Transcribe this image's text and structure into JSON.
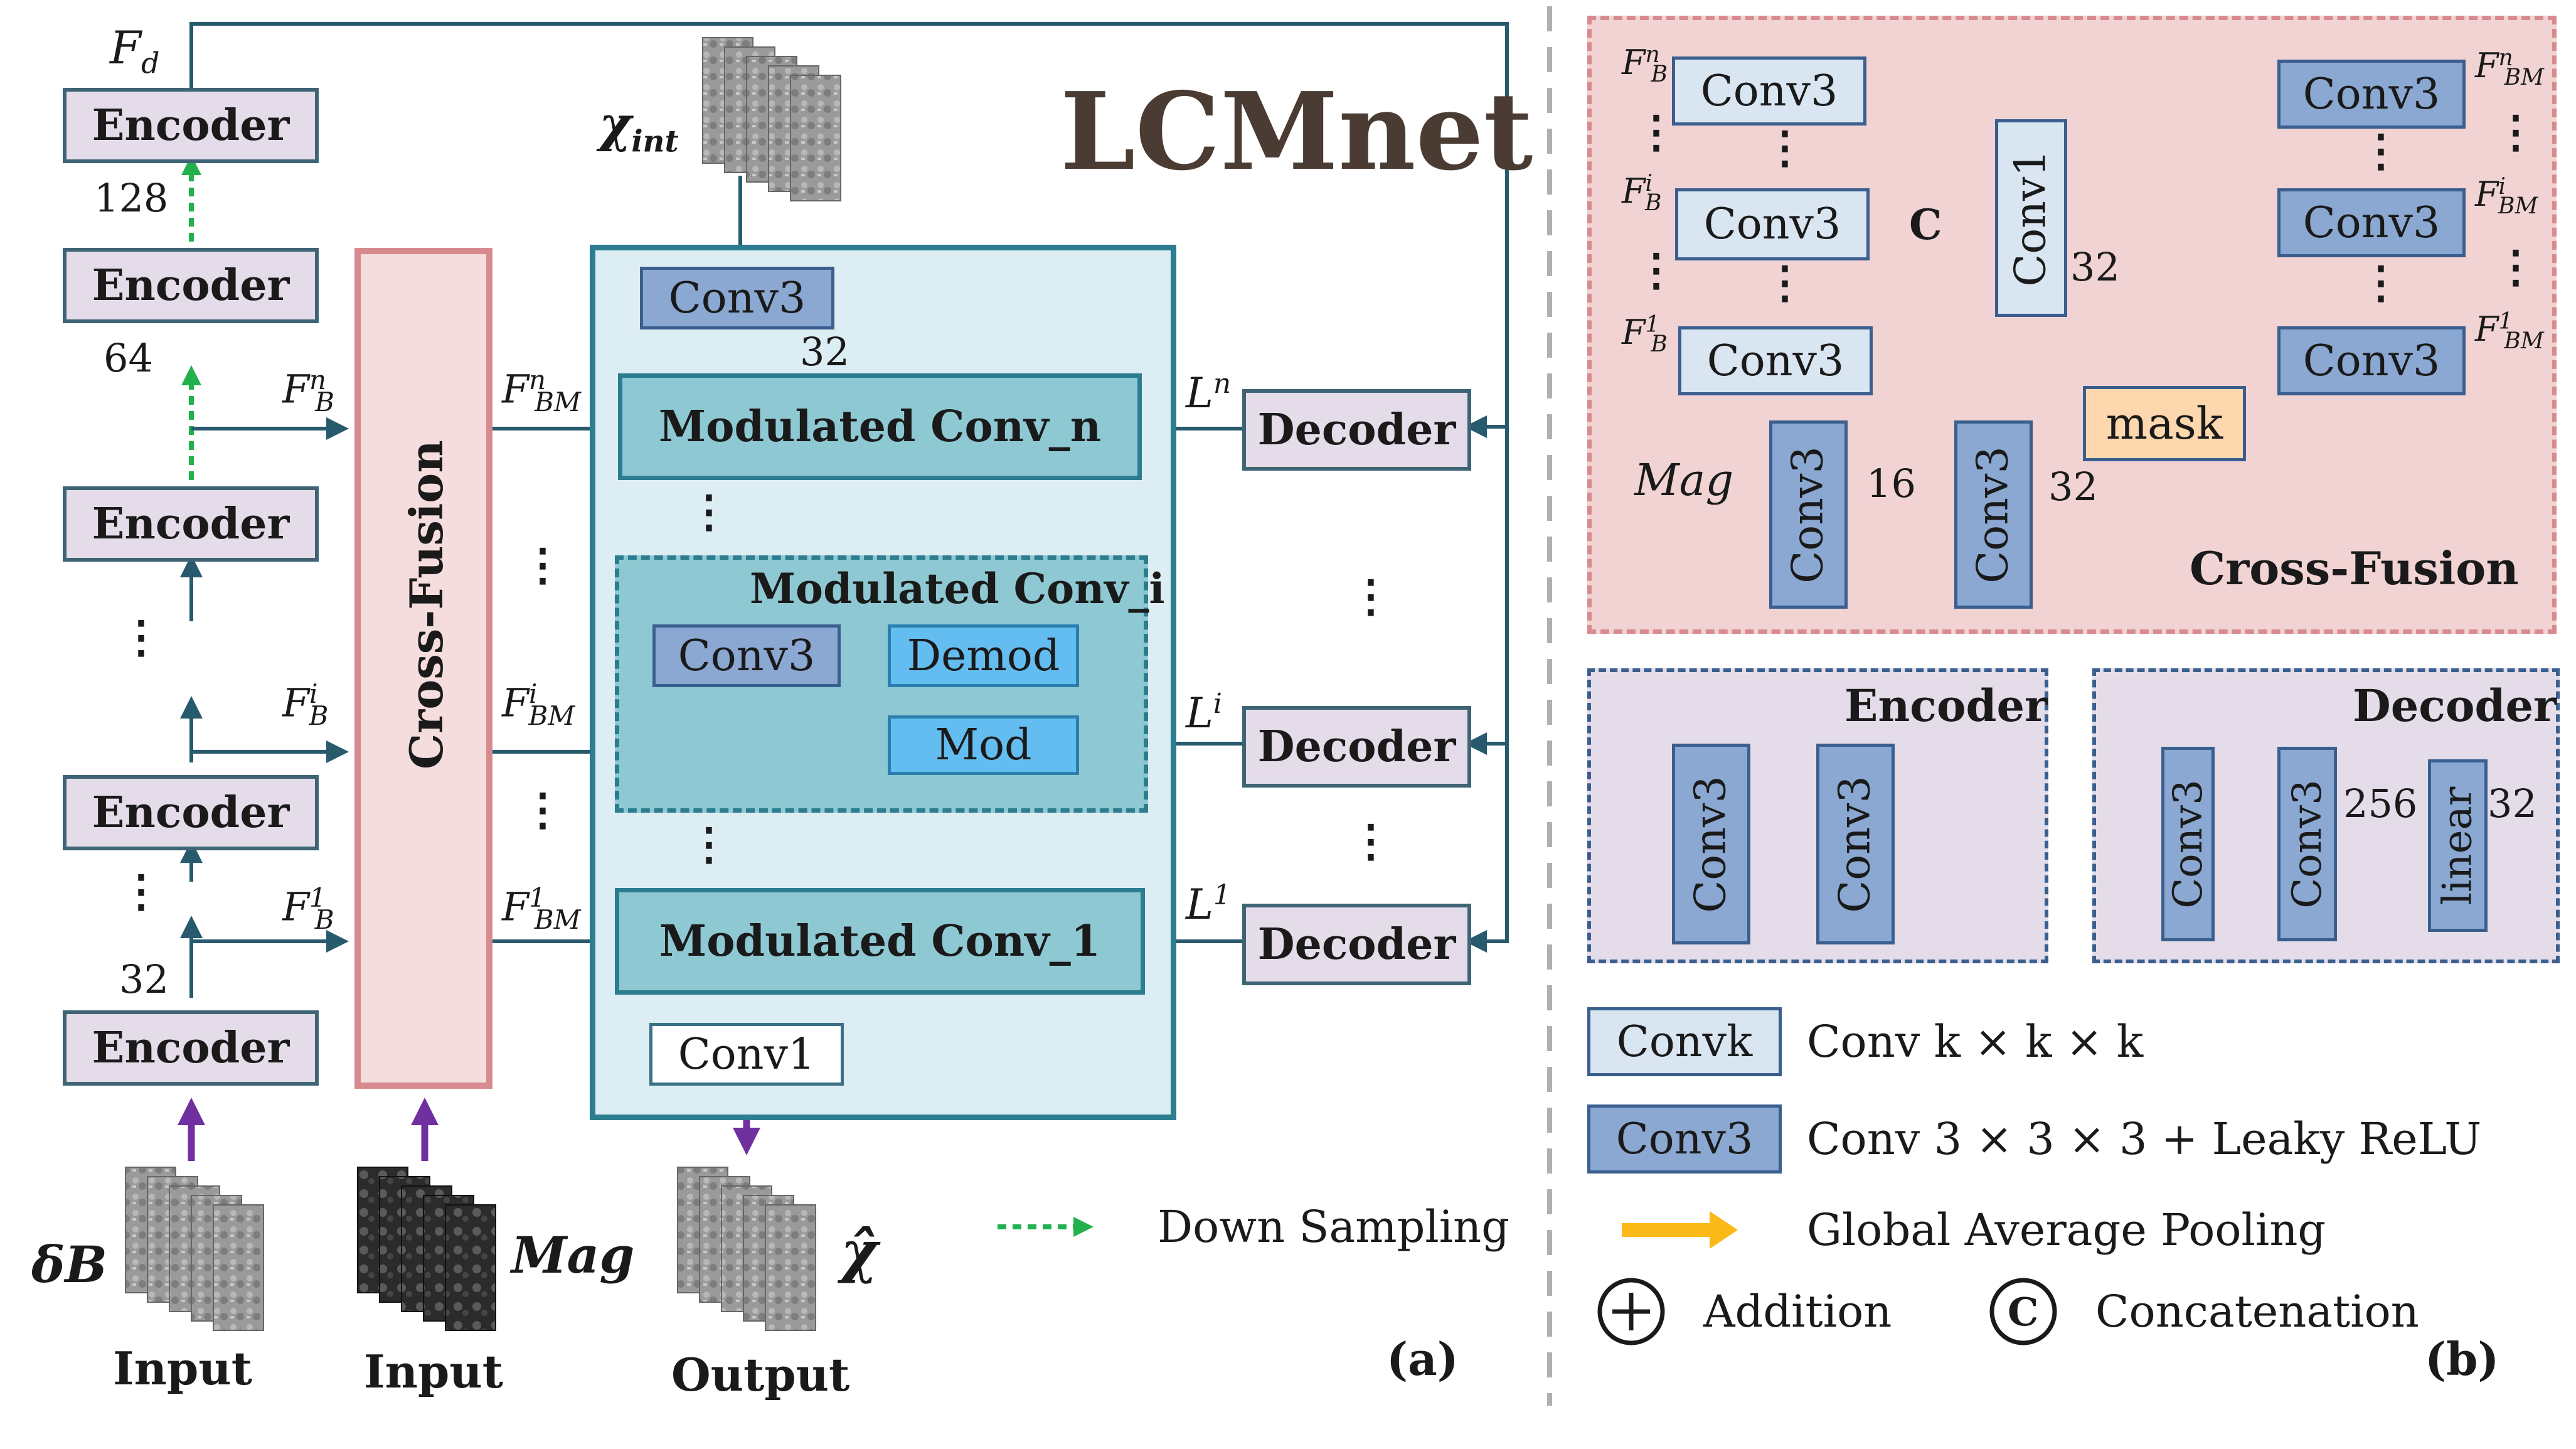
{
  "title": "LCMnet",
  "panel_a": {
    "label": "(a)",
    "encoder": "Encoder",
    "cross_fusion": "Cross-Fusion",
    "decoder": "Decoder",
    "modulated_conv_n": "Modulated Conv_n",
    "modulated_conv_i": "Modulated Conv_i",
    "modulated_conv_1": "Modulated Conv_1",
    "conv3": "Conv3",
    "conv1": "Conv1",
    "demod": "Demod",
    "mod": "Mod",
    "num_128": "128",
    "num_64": "64",
    "num_32": "32",
    "conv3_out": "32",
    "fd": "F",
    "fd_sub": "d",
    "chi_int": "χ",
    "chi_int_sub": "int",
    "fb": "F",
    "fb_sub": "B",
    "fbm": "F",
    "fbm_sub": "BM",
    "sup_n": "n",
    "sup_i": "i",
    "sup_1": "1",
    "l": "L",
    "delta_b": "δB",
    "mag": "Mag",
    "chi_hat": "χ̂",
    "input_1": "Input",
    "input_2": "Input",
    "output": "Output",
    "down_sampling": "Down Sampling"
  },
  "panel_b": {
    "label": "(b)",
    "cross_fusion": "Cross-Fusion",
    "encoder": "Encoder",
    "decoder": "Decoder",
    "conv3": "Conv3",
    "conv1": "Conv1",
    "linear": "linear",
    "mask": "mask",
    "mag": "Mag",
    "num_16": "16",
    "num_32": "32",
    "num_256": "256",
    "concat_symbol": "C",
    "add_symbol": "+",
    "legend": {
      "convk_box": "Convk",
      "convk_desc": "Conv k × k × k",
      "conv3_box": "Conv3",
      "conv3_desc": "Conv 3 × 3 × 3 + Leaky ReLU",
      "gap_desc": "Global Average Pooling",
      "add_desc": "Addition",
      "concat_desc": "Concatenation"
    }
  },
  "colors": {
    "encoder_fill": "#e4dde9",
    "cross_fusion_fill": "#f5dcdd",
    "cross_fusion_border": "#d88b8e",
    "lcm_panel_fill": "#dcedf3",
    "lcm_panel_border": "#2b7d8f",
    "modulated_fill": "#8ec9d3",
    "conv3_fill": "#8aa8d1",
    "convk_fill": "#d9e6f2",
    "mod_fill": "#64bdf0",
    "mask_fill": "#fdd7ad",
    "downsample_arrow": "#22b14c",
    "input_arrow": "#7030a0",
    "gap_arrow": "#fbb917",
    "line": "#285a6e"
  }
}
